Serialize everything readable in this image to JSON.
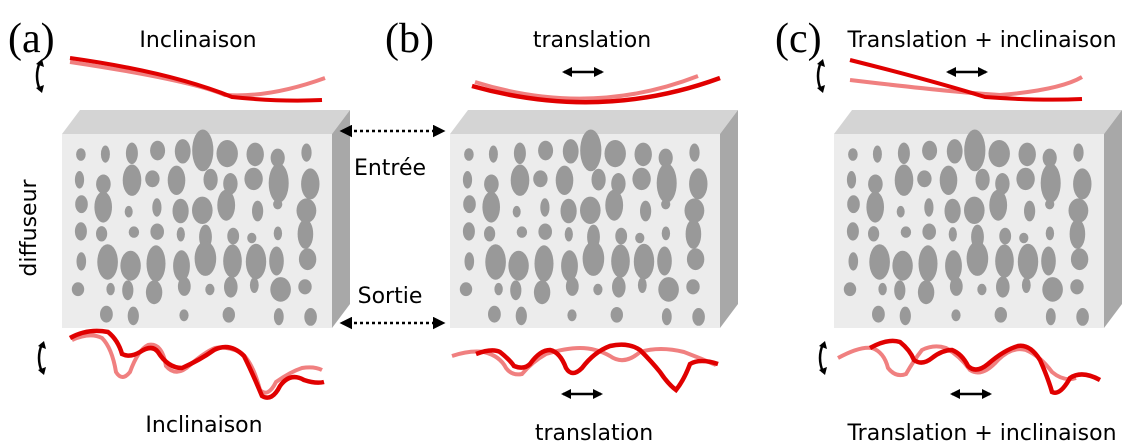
{
  "panels": [
    {
      "letter": "(a)",
      "top_label": "Inclinaison",
      "bottom_label": "Inclinaison"
    },
    {
      "letter": "(b)",
      "top_label": "translation",
      "bottom_label": "translation"
    },
    {
      "letter": "(c)",
      "top_label": "Translation + inclinaison",
      "bottom_label": "Translation + inclinaison"
    }
  ],
  "side_label": "diffuseur",
  "entry_label": "Entrée",
  "exit_label": "Sortie",
  "colors": {
    "wave_dark": "#e00000",
    "wave_light": "#f08080",
    "slab_front": "#ececec",
    "slab_side": "#a8a8a8",
    "slab_top": "#d4d4d4",
    "scatterer": "#999999",
    "arrow": "#000000"
  },
  "icons": {
    "tilt": "curved-double-arrow-icon",
    "translate": "horizontal-double-arrow-icon",
    "link": "dotted-double-arrow-icon"
  }
}
